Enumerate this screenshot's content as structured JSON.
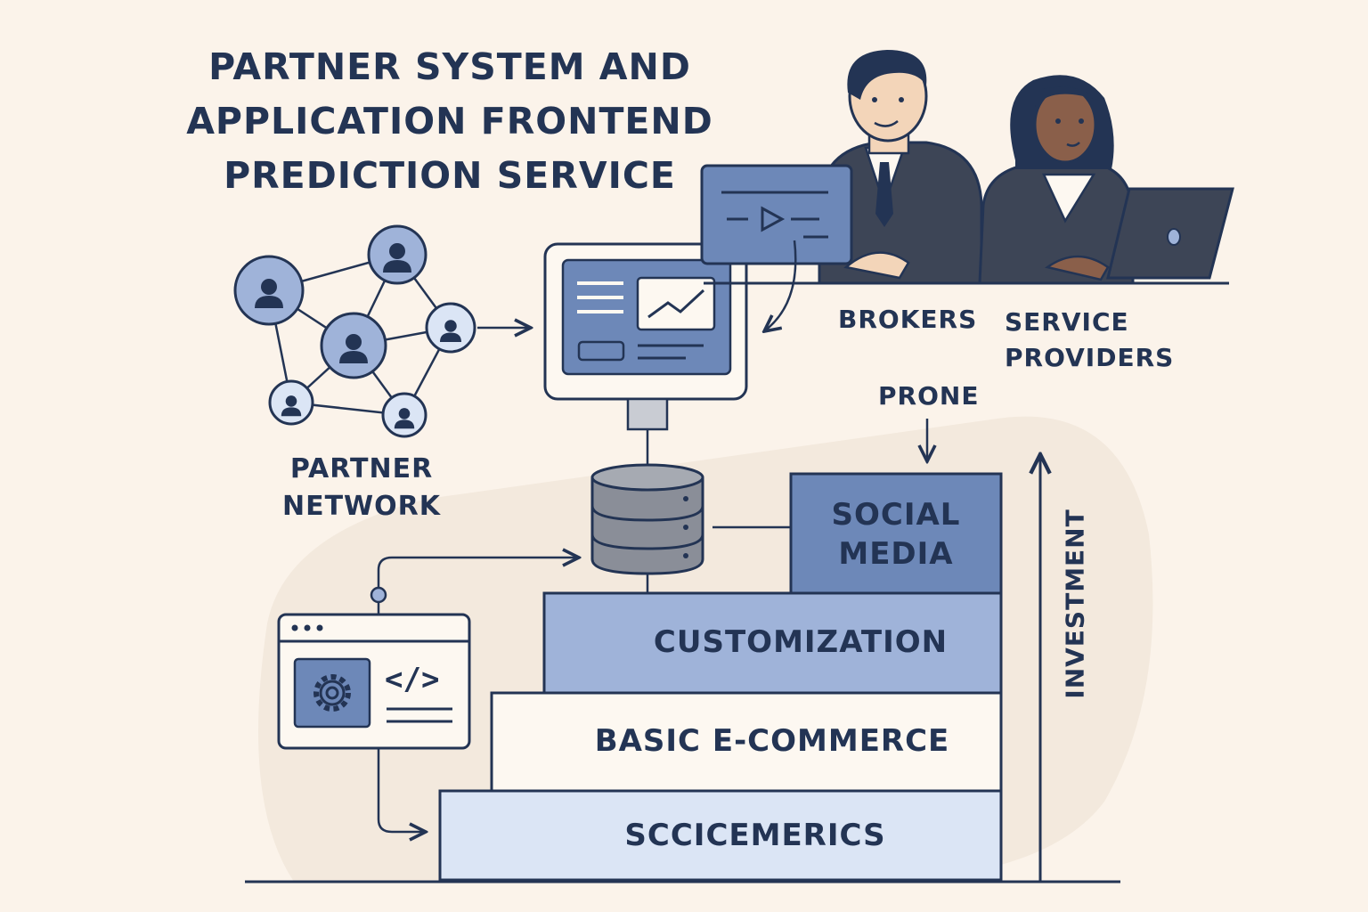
{
  "title": {
    "line1": "PARTNER SYSTEM AND",
    "line2": "APPLICATION FRONTEND",
    "line3": "PREDICTION SERVICE"
  },
  "people": {
    "brokers": "BROKERS",
    "service_providers_line1": "SERVICE",
    "service_providers_line2": "PROVIDERS"
  },
  "partner_network": {
    "line1": "PARTNER",
    "line2": "NETWORK"
  },
  "prone_label": "PRONE",
  "investment_label": "INVESTMENT",
  "stack": {
    "social_media_line1": "SOCIAL",
    "social_media_line2": "MEDIA",
    "customization": "CUSTOMIZATION",
    "basic_ecommerce": "BASIC E-COMMERCE",
    "sccicemerics": "SCCICEMERICS"
  },
  "colors": {
    "ink": "#233454",
    "background": "#fbf3ea",
    "blue_dark": "#6d88b8",
    "blue_mid": "#9fb3d9",
    "blue_light": "#dbe5f5",
    "cream": "#fdf8f1"
  },
  "icons": {
    "partner_nodes": "person-icon",
    "monitor": "dashboard-monitor-icon",
    "database": "database-icon",
    "code_window": "code-window-icon",
    "gear": "gear-icon",
    "play": "play-icon"
  }
}
